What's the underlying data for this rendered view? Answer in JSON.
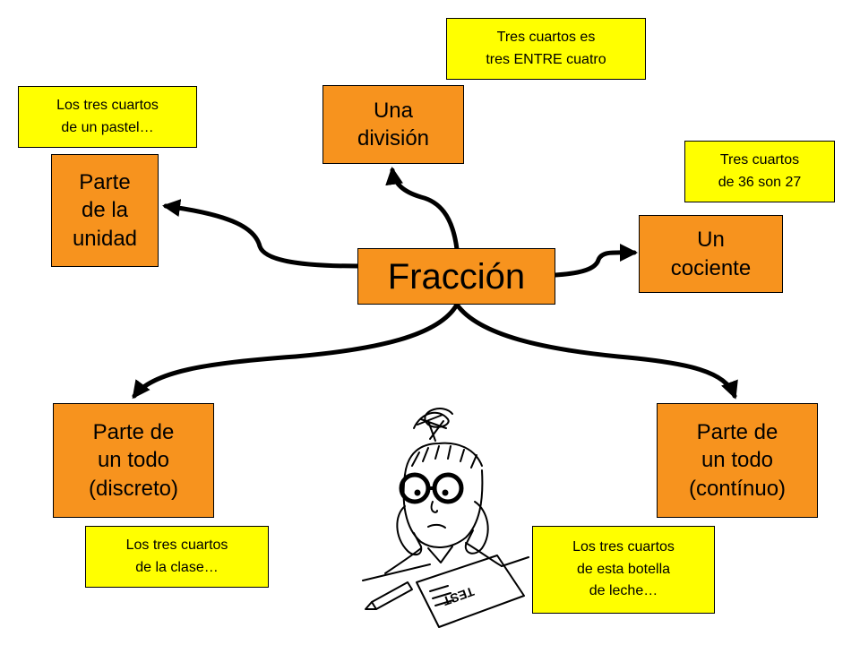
{
  "colors": {
    "concept_fill": "#f7931e",
    "note_fill": "#ffff00",
    "line": "#000000"
  },
  "center": {
    "label": "Fracción"
  },
  "concepts": {
    "division": "Una\ndivisión",
    "unit_part": "Parte\nde la\nunidad",
    "quotient": "Un\ncociente",
    "discrete": "Parte de\nun todo\n(discreto)",
    "continuous": "Parte de\nun todo\n(contínuo)"
  },
  "examples": {
    "division": "Tres cuartos es\ntres ENTRE cuatro",
    "unit_part": "Los tres cuartos\nde un pastel…",
    "quotient": "Tres cuartos\nde 36 son 27",
    "discrete": "Los tres cuartos\nde la clase…",
    "continuous": "Los tres cuartos\nde esta botella\nde leche…"
  },
  "illustration": {
    "test_sheet_text": "TEST"
  }
}
